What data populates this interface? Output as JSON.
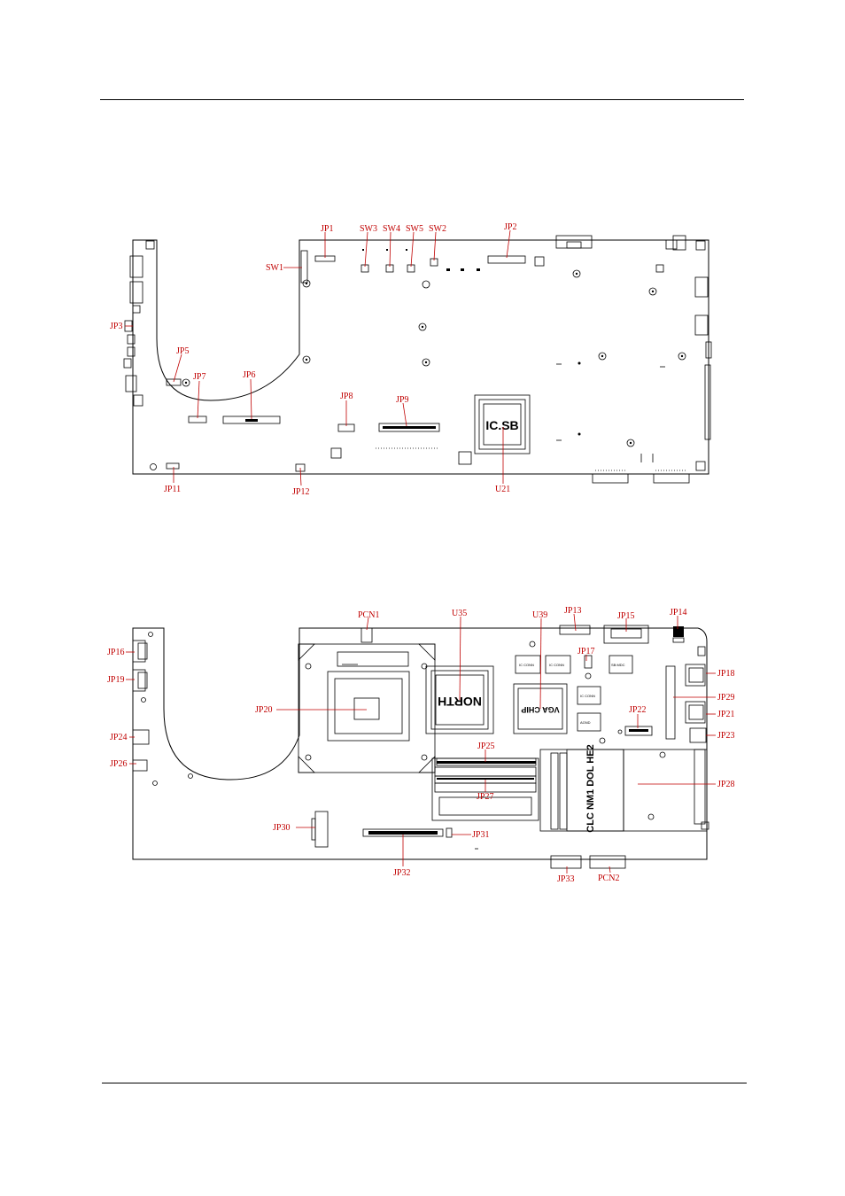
{
  "top_diagram": {
    "labels": {
      "jp1": "JP1",
      "sw3": "SW3",
      "sw4": "SW4",
      "sw5": "SW5",
      "sw2": "SW2",
      "jp2": "JP2",
      "sw1": "SW1",
      "jp3": "JP3",
      "jp5": "JP5",
      "jp7": "JP7",
      "jp6": "JP6",
      "jp8": "JP8",
      "jp9": "JP9",
      "jp11": "JP11",
      "jp12": "JP12",
      "u21": "U21"
    },
    "chip_text": "IC.SB"
  },
  "bottom_diagram": {
    "labels": {
      "pcn1": "PCN1",
      "u35": "U35",
      "u39": "U39",
      "jp13": "JP13",
      "jp15": "JP15",
      "jp14": "JP14",
      "jp16": "JP16",
      "jp19": "JP19",
      "jp17": "JP17",
      "jp18": "JP18",
      "jp29": "JP29",
      "jp20": "JP20",
      "jp22": "JP22",
      "jp21": "JP21",
      "jp24": "JP24",
      "jp23": "JP23",
      "jp25": "JP25",
      "jp26": "JP26",
      "jp28": "JP28",
      "jp27": "JP27",
      "jp30": "JP30",
      "jp31": "JP31",
      "jp32": "JP32",
      "jp33": "JP33",
      "pcn2": "PCN2"
    },
    "chip_text": {
      "north": "NORTH",
      "vga": "VGA CHIP",
      "card_slot": "CLC NM1 DOL HE2"
    }
  }
}
